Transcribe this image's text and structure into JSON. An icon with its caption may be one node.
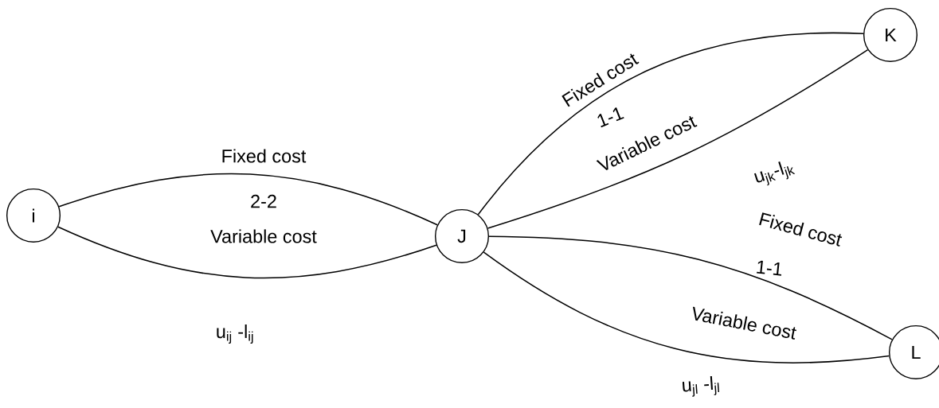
{
  "diagram": {
    "nodes": [
      {
        "text": [
          "i"
        ]
      },
      {
        "text": [
          "J"
        ]
      },
      {
        "text": [
          "K"
        ]
      },
      {
        "text": [
          "L"
        ]
      }
    ],
    "edges": [
      {
        "from": 0,
        "to": 1,
        "arrow": "none",
        "label": "Fixed cost"
      },
      {
        "from": 0,
        "to": 1,
        "arrow": "none",
        "label": "Variable cost"
      },
      {
        "from": 1,
        "to": 2,
        "arrow": "none",
        "label": "Fixed cost"
      },
      {
        "from": 1,
        "to": 2,
        "arrow": "none",
        "label": "Variable cost"
      },
      {
        "from": 1,
        "to": 3,
        "arrow": "none",
        "label": "Fixed cost"
      },
      {
        "from": 1,
        "to": 3,
        "arrow": "none",
        "label": "Variable cost"
      }
    ],
    "labels": [
      "2-2",
      "u$_{ij}$ -l$_{ij}$",
      "1-1",
      "u$_{jk}$-l$_{jk}$",
      "1-1",
      "u$_{jl}$ -l$_{jl}$"
    ]
  }
}
